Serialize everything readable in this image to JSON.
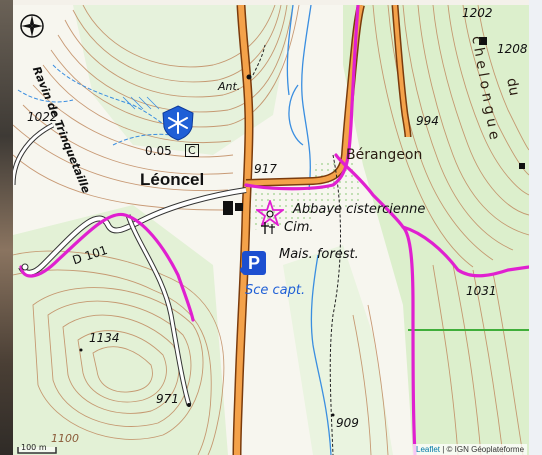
{
  "map": {
    "labels": {
      "ravin": "Ravin de Trinquetaille",
      "leoncel": "Léoncel",
      "berangeon": "Bérangeon",
      "abbaye": "Abbaye cistercienne",
      "cim": "Cim.",
      "mais_forest": "Mais. forest.",
      "sce_capt": "Sce capt.",
      "d101": "D 101",
      "ant": "Ant.",
      "cheloungue": "chelongue",
      "du": "du",
      "depth": "0.05",
      "c_box": "C"
    },
    "elevations": {
      "e1022": "1022",
      "e917": "917",
      "e994": "994",
      "e1202": "1202",
      "e1208": "1208",
      "e1031": "1031",
      "e1134": "1134",
      "e971": "971",
      "e909": "909",
      "e1100": "1100"
    },
    "scale": "100 m",
    "attribution": {
      "leaflet": "Leaflet",
      "separator": " | © IGN Géoplateforme"
    },
    "colors": {
      "trail": "#e020d0",
      "road": "#f08a2a",
      "contour": "#b8825c",
      "water": "#3a8ee0",
      "forest": "#d6ecc4"
    }
  }
}
